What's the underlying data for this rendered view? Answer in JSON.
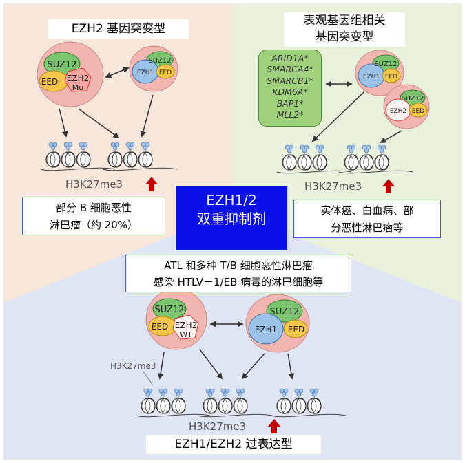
{
  "colors": {
    "panel_left": "#f7e6da",
    "panel_right": "#e7f1dc",
    "panel_bottom": "#dfe5f3",
    "center_box": "#0a10e8",
    "suz12": "#7ac56e",
    "eed": "#f5c64a",
    "ezh2": "#f4a6a0",
    "ezh1": "#9bc3ea",
    "complex_bg": "#f2b6b0",
    "arrow_up": "#c00000",
    "gene_list_bg": "#9fd07c"
  },
  "left_panel": {
    "title": "EZH2 基因突变型",
    "complex_a": {
      "suz12": "SUZ12",
      "eed": "EED",
      "ezh2_line1": "EZH2",
      "ezh2_line2": "Mu"
    },
    "complex_b": {
      "suz12": "SUZ12",
      "ezh1": "EZH1",
      "eed": "EED"
    },
    "mark": "H3K27me3",
    "disease": {
      "line1": "部分 B 细胞恶性",
      "line2": "淋巴瘤（约 20%）"
    }
  },
  "right_panel": {
    "title_line1": "表观基因组相关",
    "title_line2": "基因突变型",
    "genes": [
      "ARID1A*",
      "SMARCA4*",
      "SMARCB1*",
      "KDM6A*",
      "BAP1*",
      "MLL2*"
    ],
    "complex_a": {
      "suz12": "SUZ12",
      "ezh1": "EZH1",
      "eed": "EED"
    },
    "complex_b": {
      "suz12": "SUZ12",
      "ezh2": "EZH2",
      "eed": "EED"
    },
    "mark": "H3K27me3",
    "disease": {
      "line1": "实体癌、白血病、部",
      "line2": "分恶性淋巴瘤等"
    }
  },
  "center": {
    "line1": "EZH1/2",
    "line2": "双重抑制剂"
  },
  "bottom_panel": {
    "disease": {
      "line1": "ATL 和多种 T/B 细胞恶性淋巴瘤",
      "line2": "感染 HTLV－1/EB 病毒的淋巴细胞等"
    },
    "complex_a": {
      "suz12": "SUZ12",
      "eed": "EED",
      "ezh2_line1": "EZH2",
      "ezh2_line2": "WT"
    },
    "complex_b": {
      "suz12": "SUZ12",
      "ezh1": "EZH1",
      "eed": "EED"
    },
    "side_mark": "H3K27me3",
    "mark": "H3K27me3",
    "title": "EZH1/EZH2 过表达型"
  },
  "icons": {
    "double_arrow": "double-headed-arrow-icon",
    "up_arrow": "red-up-arrow-icon",
    "nucleosome": "nucleosome-icon"
  }
}
